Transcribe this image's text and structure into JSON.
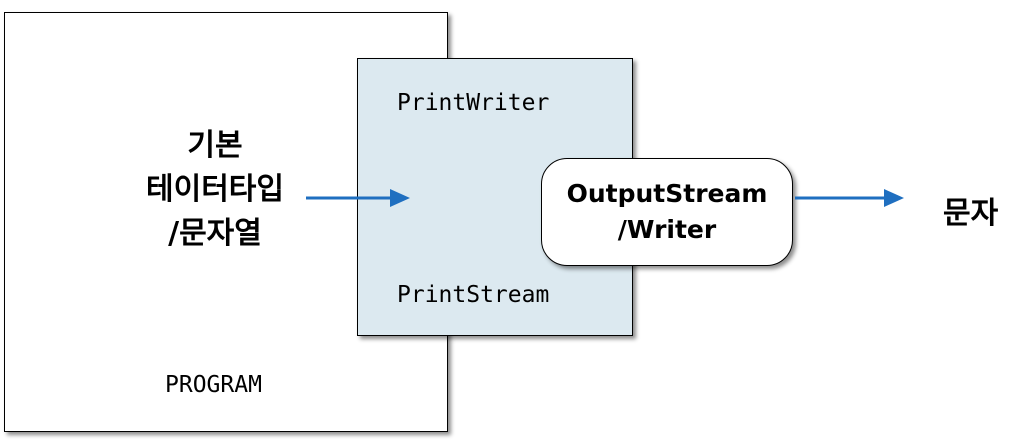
{
  "program": {
    "label": "PROGRAM"
  },
  "stream": {
    "writer_label": "PrintWriter",
    "stream_label": "PrintStream",
    "fill_color": "#dce9f0"
  },
  "output_node": {
    "line1": "OutputStream",
    "line2": "/Writer"
  },
  "input_text": {
    "line1": "기본",
    "line2": "테이터타입",
    "line3": "/문자열"
  },
  "output_text": {
    "label": "문자"
  },
  "arrow_color": "#1f6fc0"
}
